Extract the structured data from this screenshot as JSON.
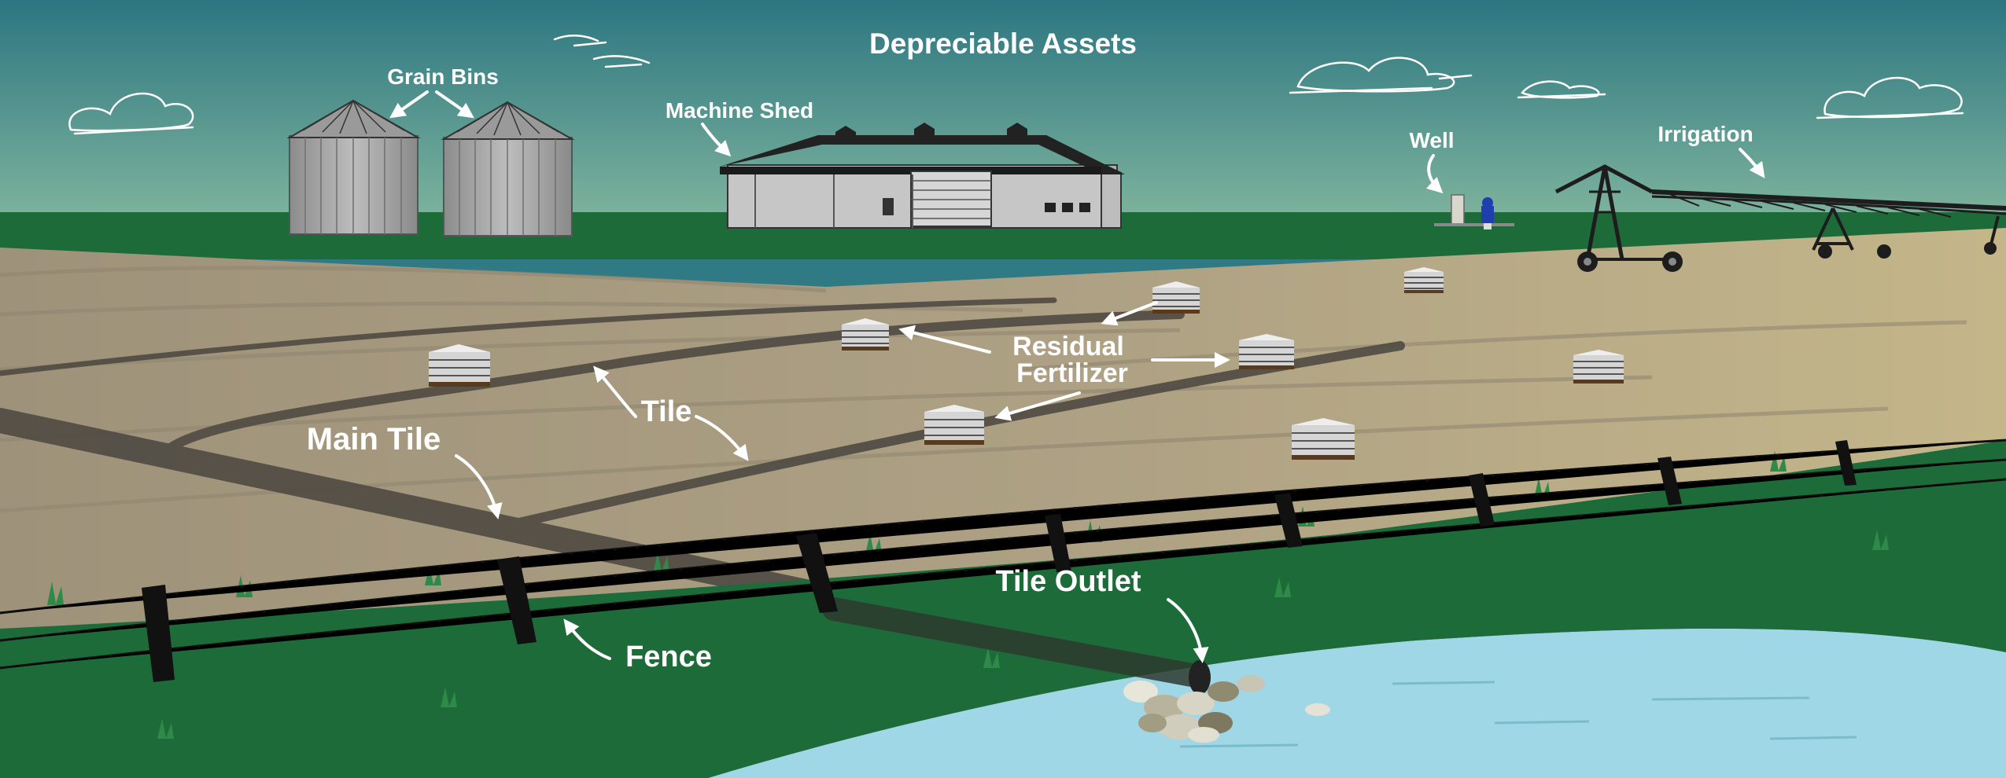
{
  "title": "Depreciable Assets",
  "labels": {
    "grain_bins": "Grain Bins",
    "machine_shed": "Machine Shed",
    "well": "Well",
    "irrigation": "Irrigation",
    "residual_fertilizer_line1": "Residual",
    "residual_fertilizer_line2": "Fertilizer",
    "tile": "Tile",
    "main_tile": "Main Tile",
    "tile_outlet": "Tile Outlet",
    "fence": "Fence"
  },
  "colors": {
    "sky_top": "#2c7681",
    "sky_bottom": "#84b89f",
    "grass": "#1e6b3a",
    "field": "#a59a80",
    "tile": "#4f4a43",
    "water": "#9fd7e6",
    "building": "#c6c6c6",
    "roof": "#222222",
    "label": "#ffffff"
  },
  "icons": [
    "cloud-icon",
    "grain-bin-icon",
    "machine-shed-icon",
    "well-pump-icon",
    "center-pivot-irrigation-icon",
    "fertilizer-pallet-icon",
    "fence-post-icon",
    "rock-pile-icon",
    "arrow-icon"
  ]
}
